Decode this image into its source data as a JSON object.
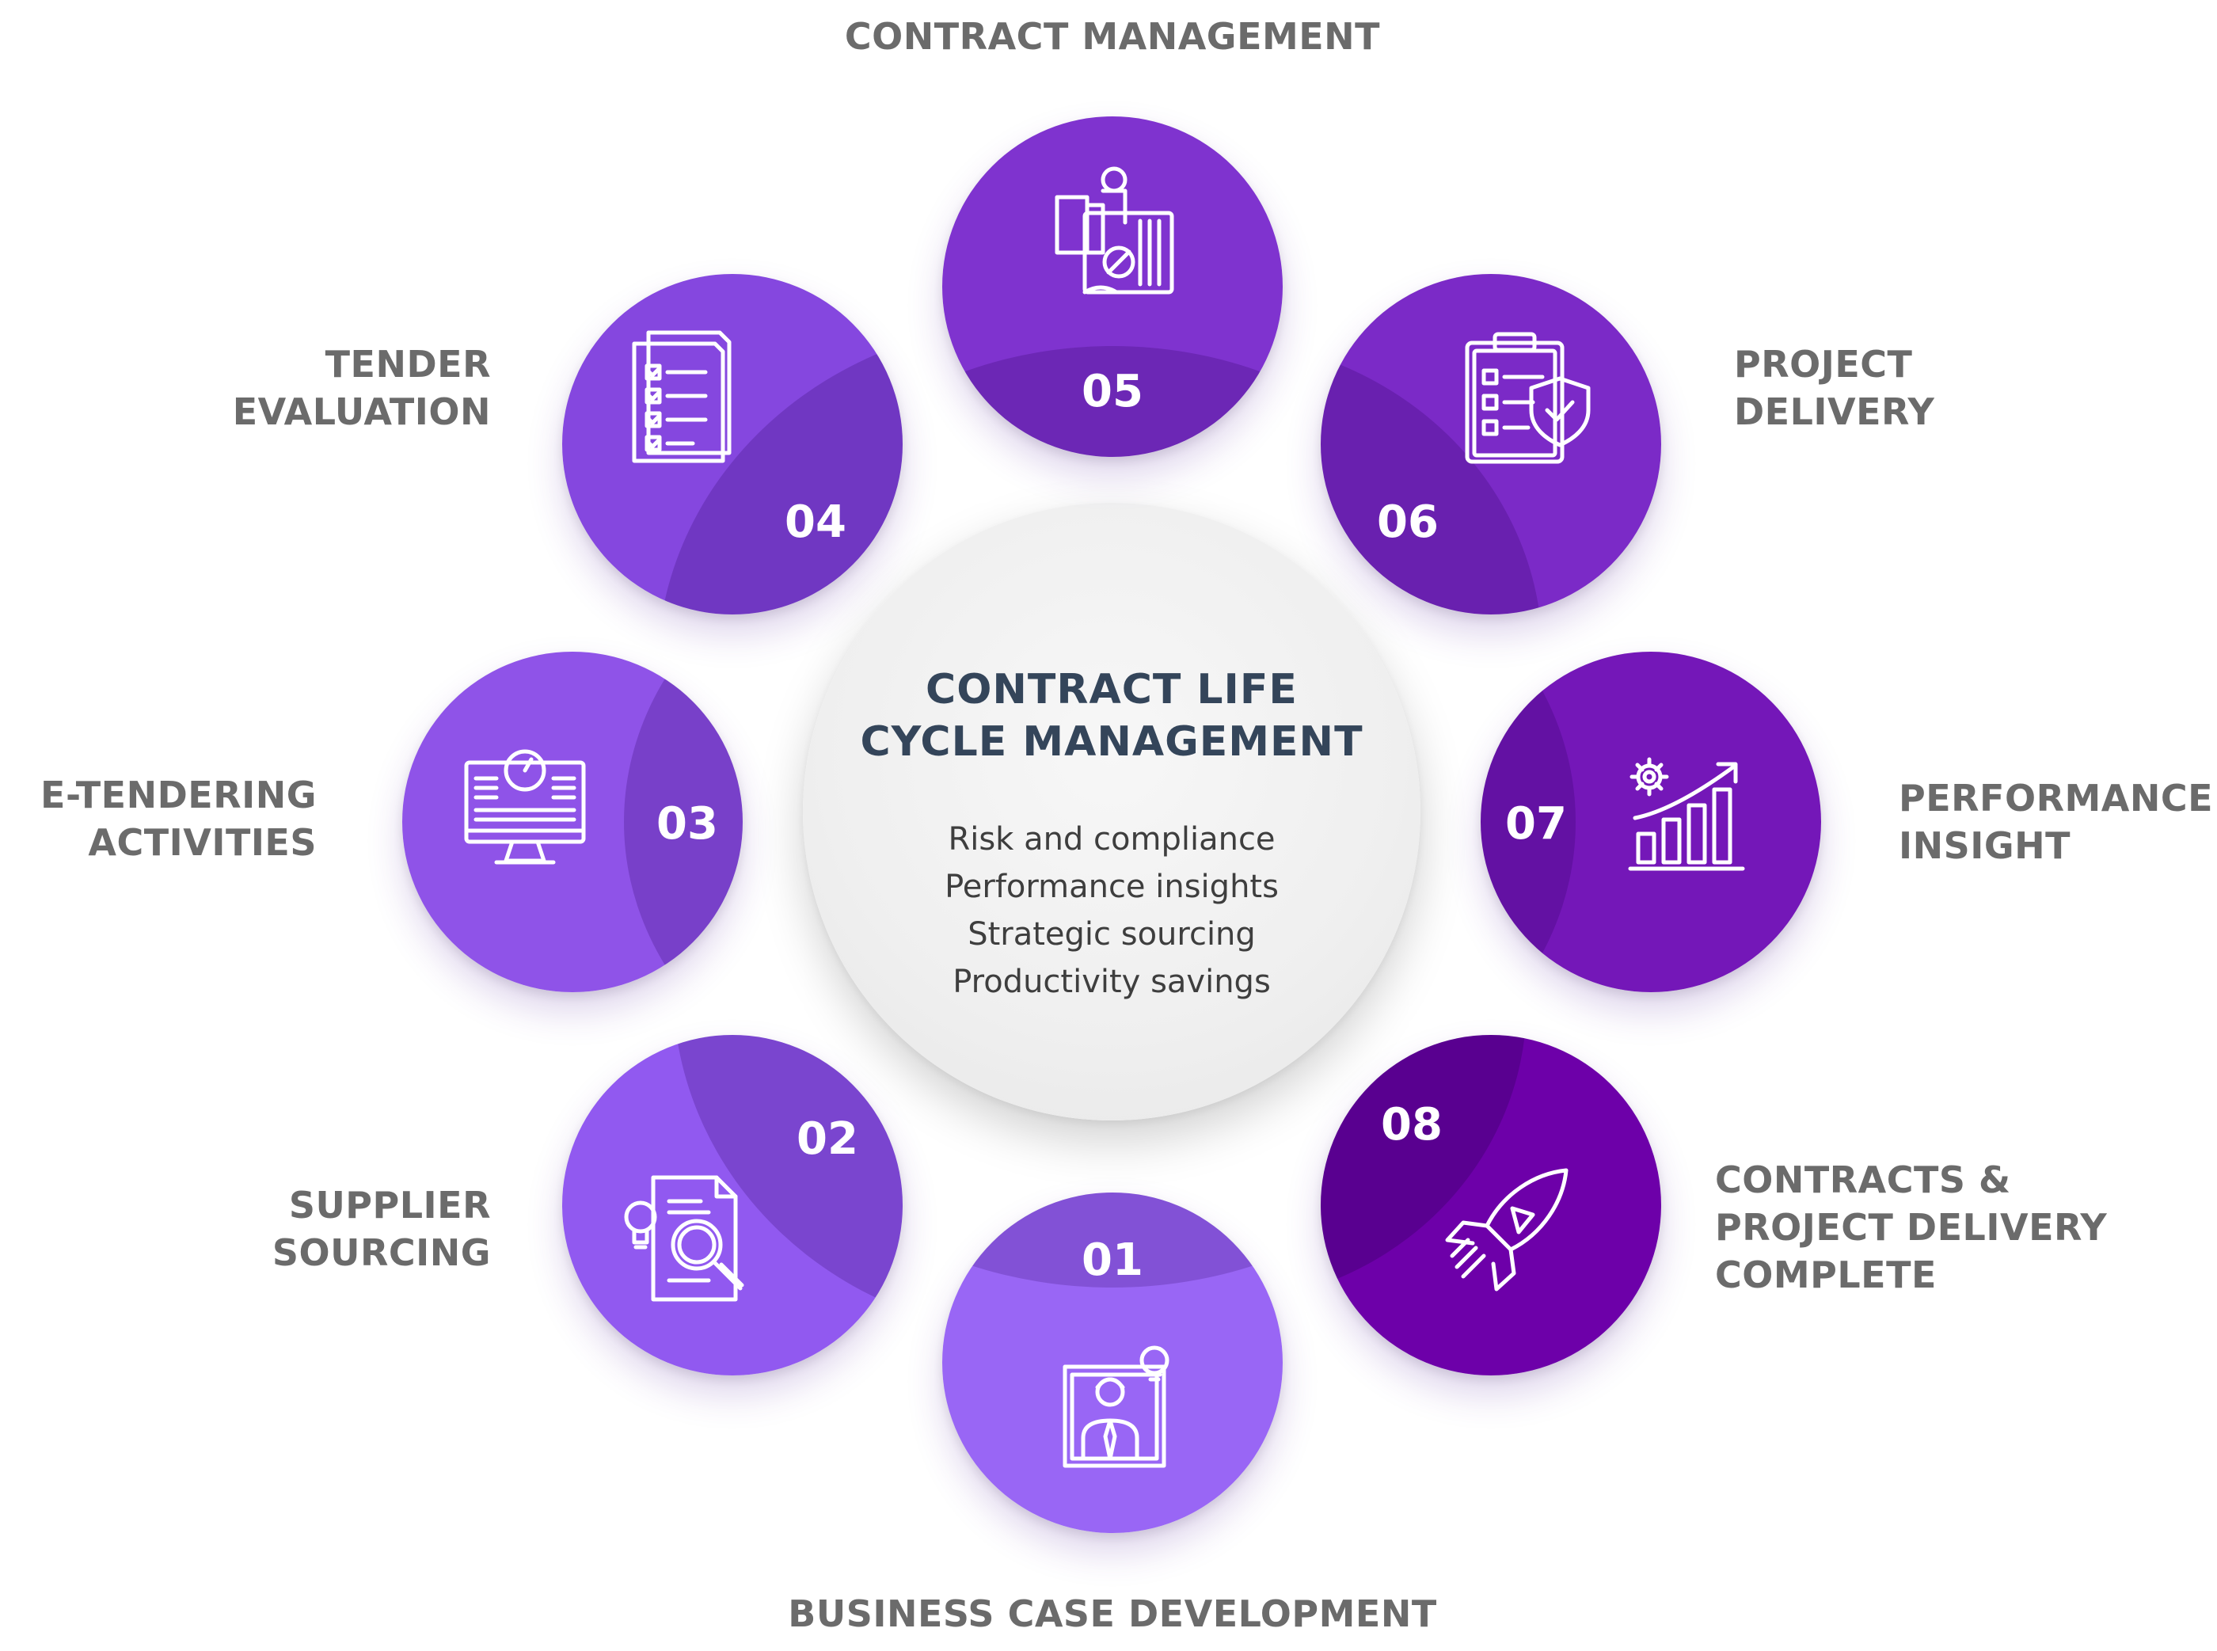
{
  "hub": {
    "title_line1": "CONTRACT LIFE",
    "title_line2": "CYCLE MANAGEMENT",
    "points": [
      "Risk and compliance",
      "Performance insights",
      "Strategic sourcing",
      "Productivity savings"
    ]
  },
  "steps": [
    {
      "number": "01",
      "icon": "businessman-idea-icon",
      "label_lines": [
        "BUSINESS CASE DEVELOPMENT"
      ],
      "color": "#9966f5"
    },
    {
      "number": "02",
      "icon": "document-search-idea-icon",
      "label_lines": [
        "SUPPLIER",
        "SOURCING"
      ],
      "color": "#9159f0"
    },
    {
      "number": "03",
      "icon": "monitor-dashboard-icon",
      "label_lines": [
        "E-TENDERING",
        "ACTIVITIES"
      ],
      "color": "#8f53e8"
    },
    {
      "number": "04",
      "icon": "checklist-documents-icon",
      "label_lines": [
        "TENDER",
        "EVALUATION"
      ],
      "color": "#8547df"
    },
    {
      "number": "05",
      "icon": "contract-signing-icon",
      "label_lines": [
        "CONTRACT MANAGEMENT"
      ],
      "color": "#7f33cf"
    },
    {
      "number": "06",
      "icon": "clipboard-shield-icon",
      "label_lines": [
        "PROJECT",
        "DELIVERY"
      ],
      "color": "#7b2ac7"
    },
    {
      "number": "07",
      "icon": "growth-chart-gear-icon",
      "label_lines": [
        "PERFORMANCE",
        "INSIGHT"
      ],
      "color": "#7417b8"
    },
    {
      "number": "08",
      "icon": "rocket-launch-icon",
      "label_lines": [
        "CONTRACTS &",
        "PROJECT DELIVERY",
        "COMPLETE"
      ],
      "color": "#6d00a9"
    }
  ]
}
